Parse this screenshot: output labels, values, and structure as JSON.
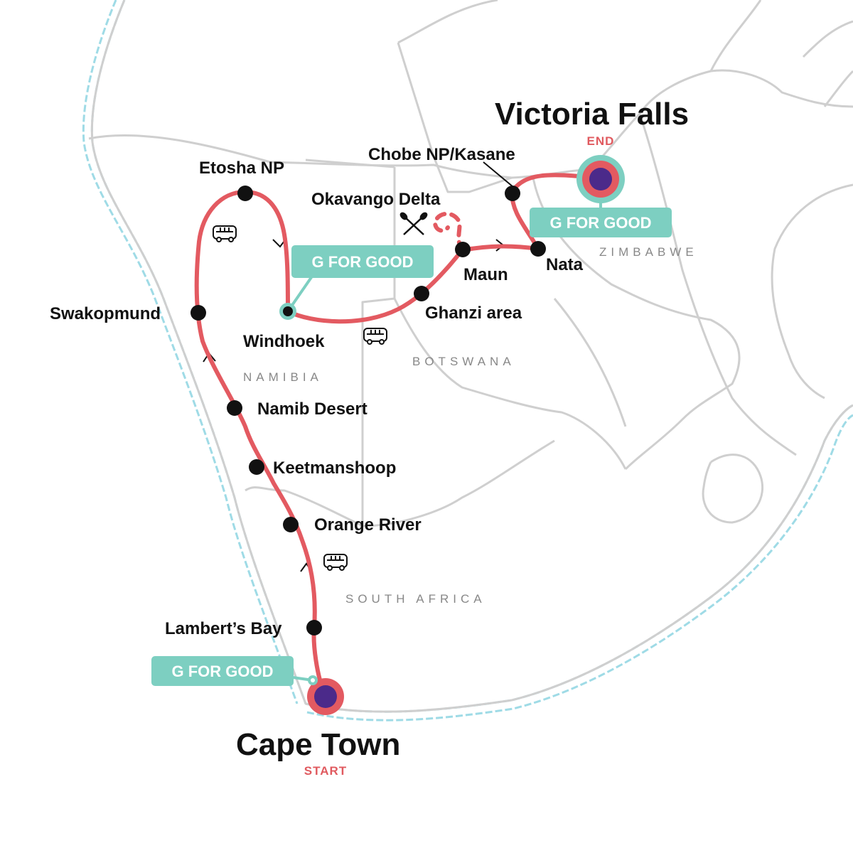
{
  "colors": {
    "route": "#e35a61",
    "stop": "#111111",
    "teal": "#7dcfc1",
    "endpoint_inner": "#4b2a8a",
    "border": "#cccccc",
    "coast": "#9fdbe6"
  },
  "start": {
    "name": "Cape Town",
    "tag": "START"
  },
  "end": {
    "name": "Victoria Falls",
    "tag": "END"
  },
  "stops": {
    "etosha": "Etosha NP",
    "swakopmund": "Swakopmund",
    "windhoek": "Windhoek",
    "namib": "Namib Desert",
    "keetmanshoop": "Keetmanshoop",
    "orange": "Orange River",
    "lamberts": "Lambert’s Bay",
    "okavango": "Okavango Delta",
    "maun": "Maun",
    "nata": "Nata",
    "chobe": "Chobe NP/Kasane",
    "ghanzi": "Ghanzi area"
  },
  "countries": {
    "namibia": "NAMIBIA",
    "botswana": "BOTSWANA",
    "zimbabwe": "ZIMBABWE",
    "south_africa": "SOUTH AFRICA"
  },
  "g_for_good": "G FOR GOOD",
  "icons": [
    "bus-icon",
    "paddles-icon",
    "direction-arrow-icon"
  ]
}
